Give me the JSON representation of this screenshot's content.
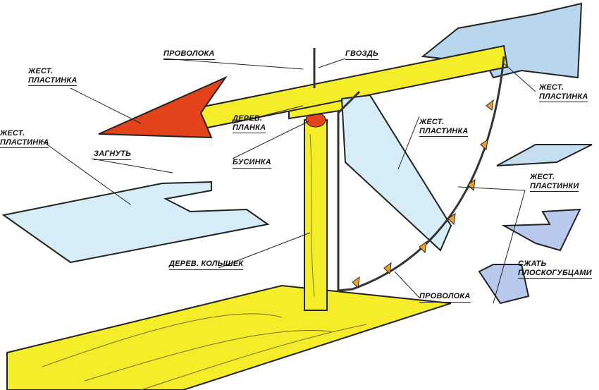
{
  "labels": {
    "wire_top": "ПРОВОЛОКА",
    "nail": "ГВОЗДЬ",
    "arrow_plate_1": "ЖЕСТ.",
    "arrow_plate_2": "ПЛАСТИНКА",
    "tail_plate_1": "ЖЕСТ.",
    "tail_plate_2": "ПЛАСТИНКА",
    "left_plate_1": "ЖЕСТ.",
    "left_plate_2": "ПЛАСТИНКА",
    "bend": "ЗАГНУТЬ",
    "wood_bar_1": "ДЕРЕВ.",
    "wood_bar_2": "ПЛАНКА",
    "bead": "БУСИНКА",
    "vane_plate_1": "ЖЕСТ.",
    "vane_plate_2": "ПЛАСТИНКА",
    "plates_1": "ЖЕСТ.",
    "plates_2": "ПЛАСТИНКИ",
    "squeeze_1": "СЖАТЬ",
    "squeeze_2": "ПЛОСКОГУБЦАМИ",
    "wood_peg": "ДЕРЕВ. КОЛЫШЕК",
    "wire_bottom": "ПРОВОЛОКА"
  },
  "colors": {
    "wood": "#f5ec2a",
    "arrow": "#e2431b",
    "tin": "#cfe6f2",
    "line": "#222222"
  }
}
